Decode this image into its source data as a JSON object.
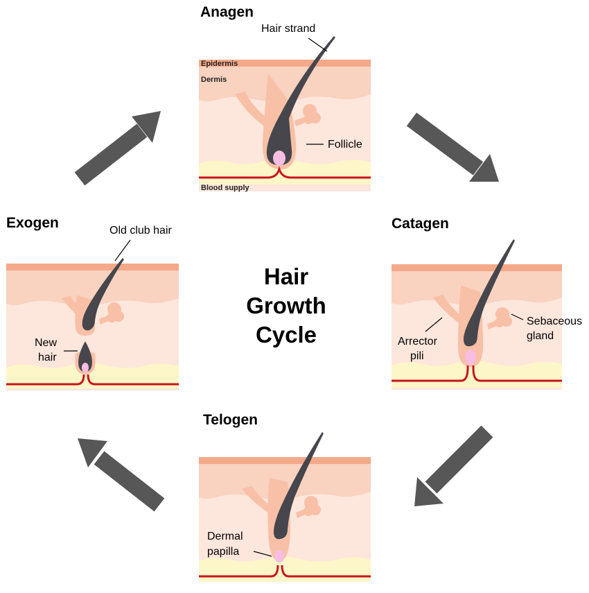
{
  "center_title": [
    "Hair",
    "Growth",
    "Cycle"
  ],
  "colors": {
    "epidermis": "#f4a98a",
    "dermis_top": "#f9d2c0",
    "dermis": "#fde6dc",
    "fat": "#fdf6c8",
    "hair": "#46464c",
    "sheath": "#f8c0a6",
    "papilla": "#f7bde3",
    "blood": "#c8141e",
    "arrow": "#575757"
  },
  "stages": {
    "anagen": {
      "title": "Anagen",
      "labels": {
        "hair_strand": "Hair strand",
        "epidermis": "Epidermis",
        "dermis": "Dermis",
        "follicle": "Follicle",
        "blood_supply": "Blood supply"
      }
    },
    "catagen": {
      "title": "Catagen",
      "labels": {
        "arrector": [
          "Arrector",
          "pili"
        ],
        "sebaceous": [
          "Sebaceous",
          "gland"
        ]
      }
    },
    "telogen": {
      "title": "Telogen",
      "labels": {
        "dermal_papilla": [
          "Dermal",
          "papilla"
        ]
      }
    },
    "exogen": {
      "title": "Exogen",
      "labels": {
        "old_club_hair": "Old club hair",
        "new_hair": [
          "New",
          "hair"
        ]
      }
    }
  }
}
